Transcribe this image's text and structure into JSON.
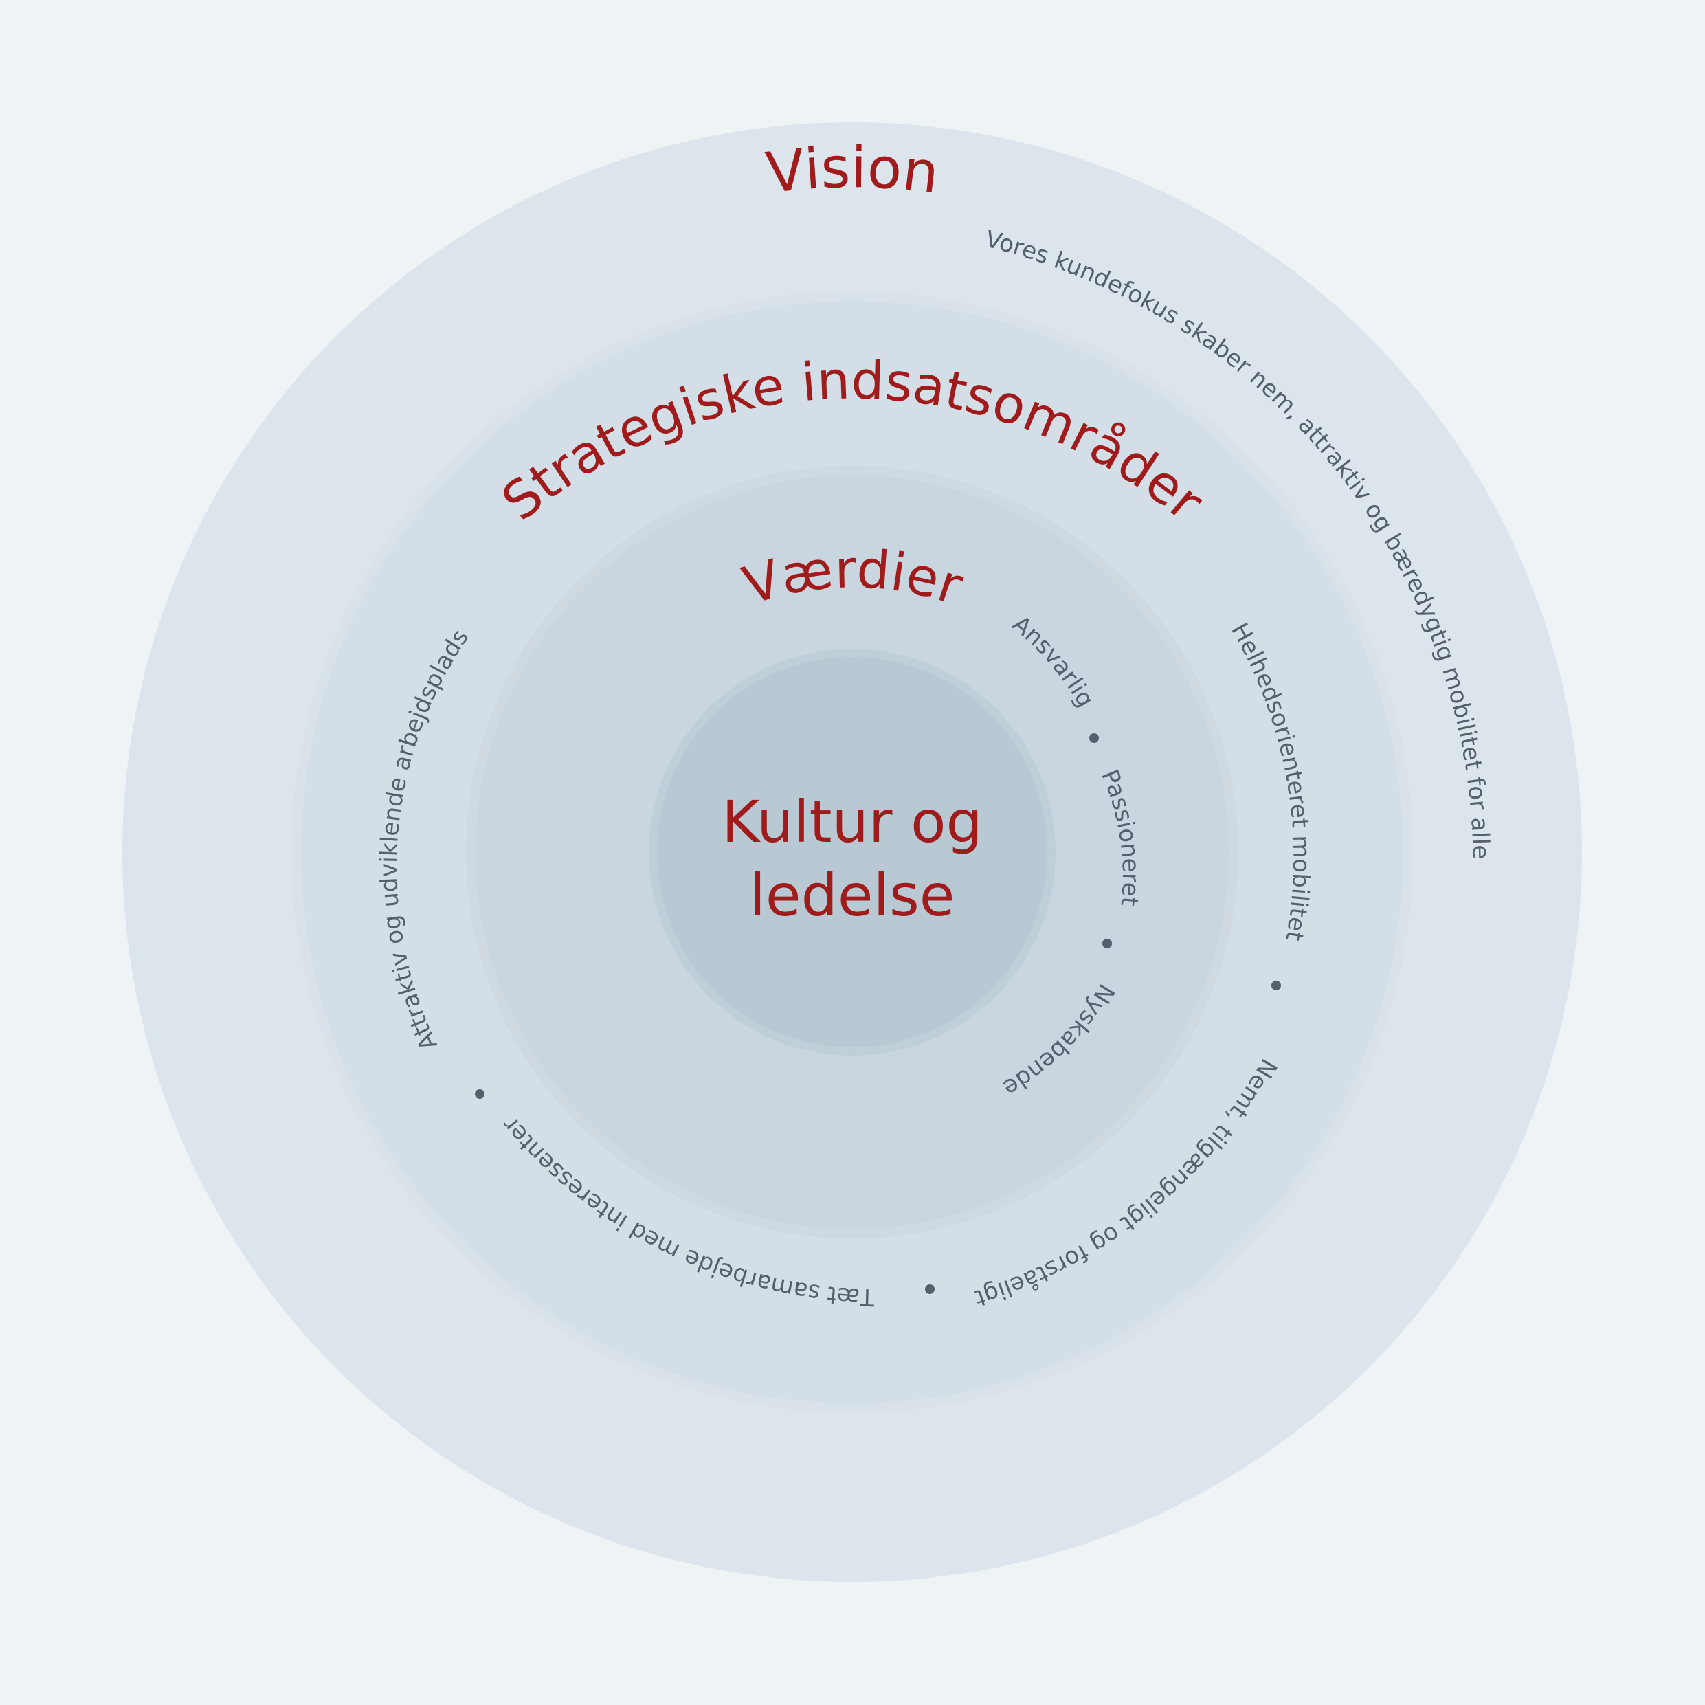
{
  "colors": {
    "background": "#eef3f6",
    "ring_vision": "#dde5ec",
    "ring_strategy": "#d4dee6",
    "ring_values": "#c9d6df",
    "core": "#b8c9d3",
    "heading": "#a01c1c",
    "body_text": "#55606d",
    "separator": "#55606d"
  },
  "vision": {
    "title": "Vision",
    "statement": "Vores kundefokus skaber nem, attraktiv og bæredygtig mobilitet for alle"
  },
  "strategy": {
    "title": "Strategiske indsatsområder",
    "items": [
      "Helhedsorienteret mobilitet",
      "Nemt, tilgængeligt og forståeligt",
      "Tæt samarbejde med interessenter",
      "Attraktiv og udviklende arbejdsplads"
    ]
  },
  "values": {
    "title": "Værdier",
    "items": [
      "Ansvarlig",
      "Passioneret",
      "Nyskabende"
    ]
  },
  "core": {
    "line1": "Kultur og",
    "line2": "ledelse"
  }
}
